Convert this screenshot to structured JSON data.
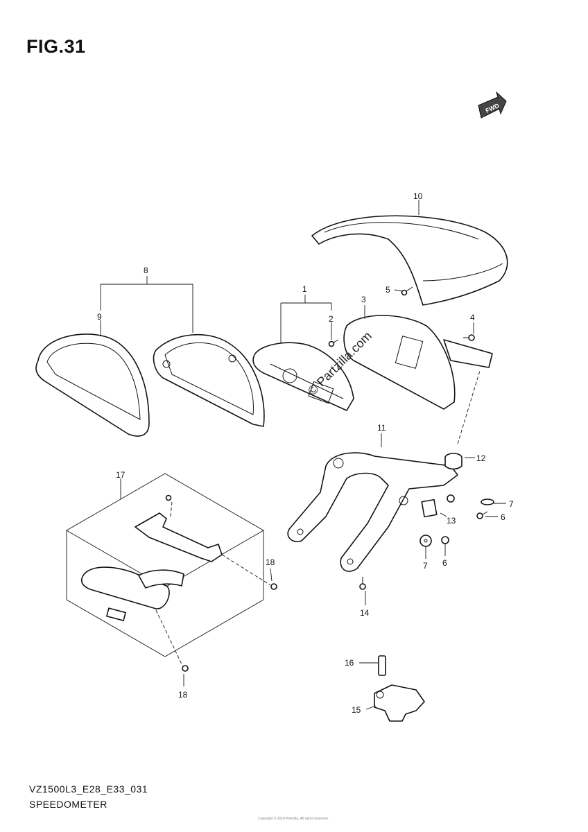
{
  "figure": {
    "title": "FIG.31",
    "fwd_label": "FWD"
  },
  "callouts": {
    "c1": "1",
    "c2": "2",
    "c3": "3",
    "c4": "4",
    "c5": "5",
    "c6a": "6",
    "c6b": "6",
    "c7a": "7",
    "c7b": "7",
    "c8": "8",
    "c9": "9",
    "c10": "10",
    "c11": "11",
    "c12": "12",
    "c13": "13",
    "c14": "14",
    "c15": "15",
    "c16": "16",
    "c17": "17",
    "c18a": "18",
    "c18b": "18"
  },
  "watermark": "© Partzilla.com",
  "footer": {
    "code": "VZ1500L3_E28_E33_031",
    "name": "SPEEDOMETER"
  },
  "copyright": "Copyright © 2014 Partzilla. All rights reserved."
}
